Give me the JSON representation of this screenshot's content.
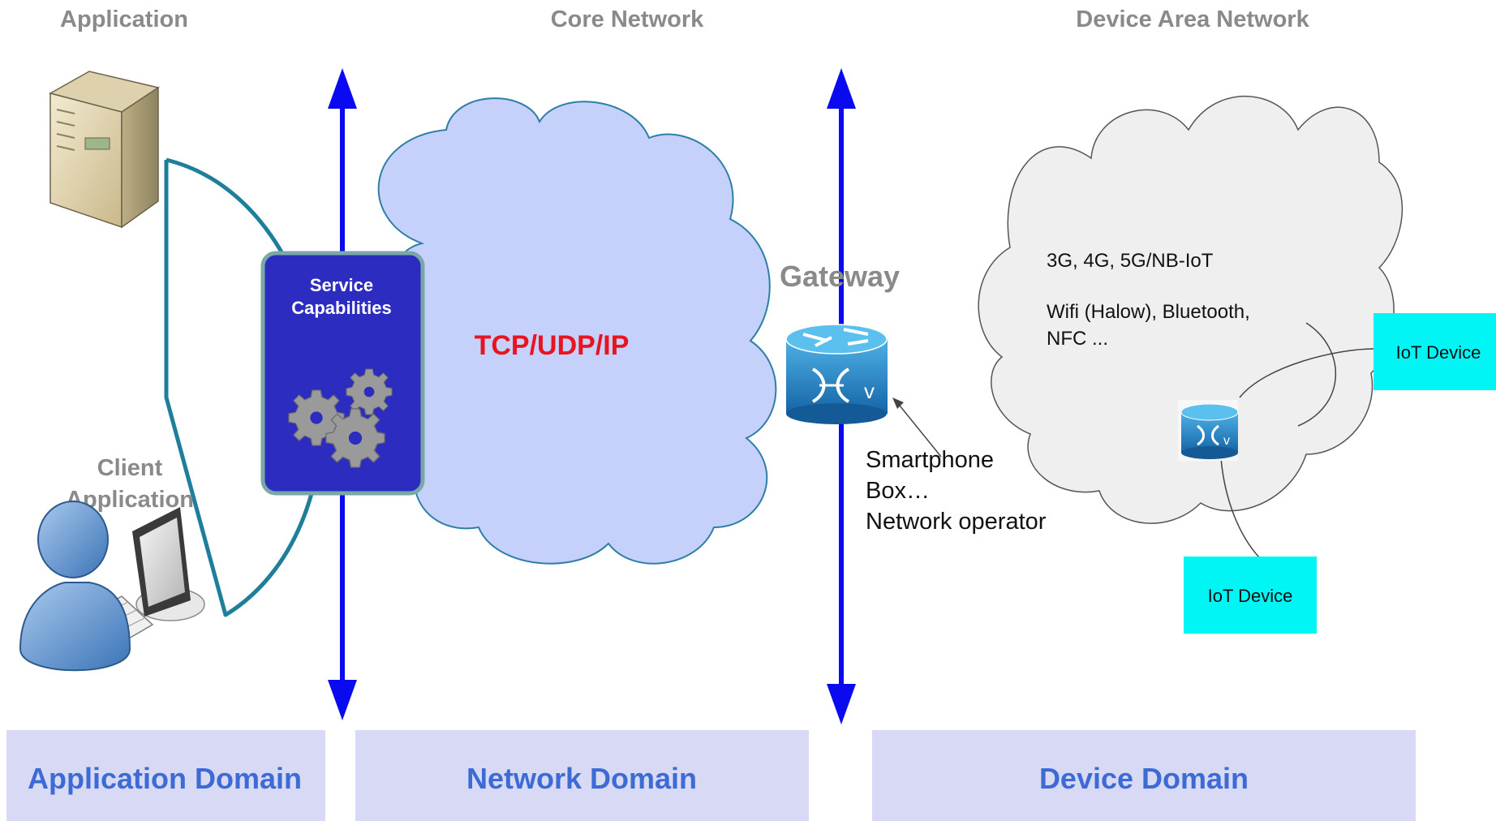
{
  "headers": {
    "application": "Application",
    "core_network": "Core Network",
    "device_area_network": "Device Area Network"
  },
  "service_capabilities": {
    "line1": "Service",
    "line2": "Capabilities"
  },
  "client_application": {
    "line1": "Client",
    "line2": "Application"
  },
  "core_protocol": "TCP/UDP/IP",
  "gateway": {
    "label": "Gateway",
    "examples": [
      "Smartphone",
      "Box…",
      "Network operator"
    ]
  },
  "device_area": {
    "technologies_line1": "3G, 4G, 5G/NB-IoT",
    "technologies_line2": "Wifi (Halow), Bluetooth,",
    "technologies_line3": "NFC ..."
  },
  "iot_devices": [
    "IoT Device",
    "IoT Device"
  ],
  "domains": {
    "application": "Application Domain",
    "network": "Network Domain",
    "device": "Device Domain"
  },
  "colors": {
    "arrow_blue": "#0a0af0",
    "cloud_blue_fill": "#c6d1fb",
    "cloud_blue_stroke": "#2e7ea6",
    "cloud_grey_fill": "#efefef",
    "service_box_fill": "#2c2cc0",
    "service_box_stroke": "#7aa7a7",
    "domain_box_fill": "#d8daf5",
    "domain_text": "#3d6bd6",
    "iot_device_fill": "#00f5f5",
    "protocol_red": "#e8141e",
    "teal_line": "#1f7f9a",
    "router_blue": "#1e86c6"
  },
  "icons": [
    "server-icon",
    "user-icon",
    "monitor-icon",
    "keyboard-icon",
    "gears-icon",
    "router-icon"
  ]
}
